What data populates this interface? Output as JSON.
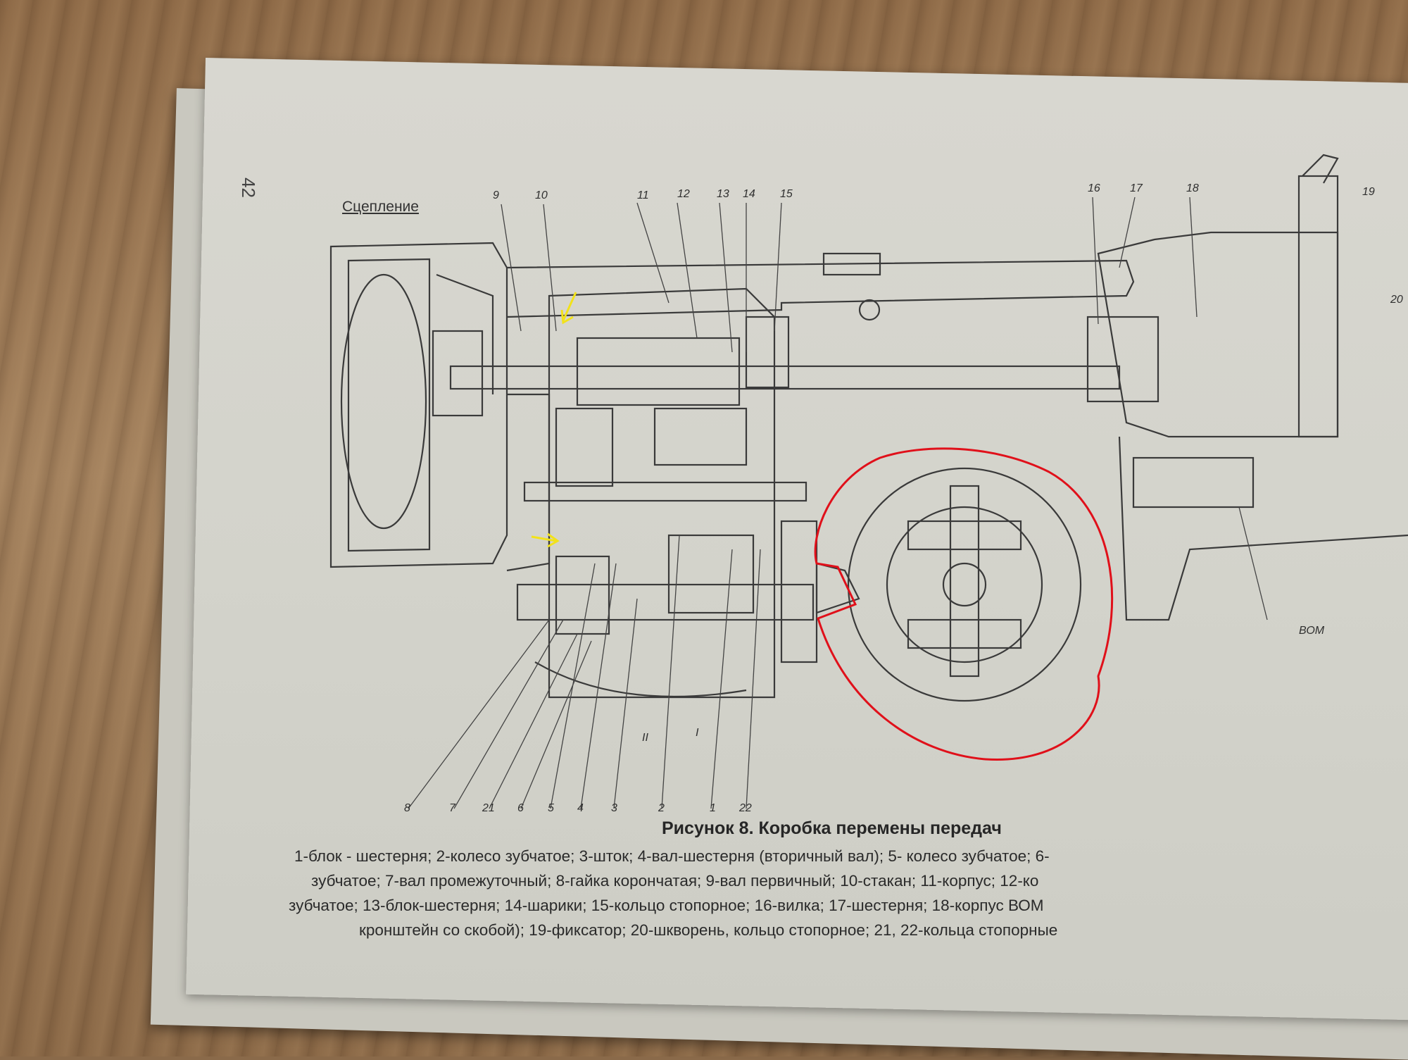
{
  "page": {
    "number": "42"
  },
  "labels": {
    "clutch": "Сцепление",
    "pto": "ВОМ",
    "callouts_top": [
      "9",
      "10",
      "11",
      "12",
      "13",
      "14",
      "15",
      "16",
      "17",
      "18",
      "19",
      "20"
    ],
    "callouts_bottom": [
      "8",
      "7",
      "21",
      "6",
      "5",
      "4",
      "3",
      "2",
      "1",
      "22"
    ],
    "roman": [
      "II",
      "I"
    ]
  },
  "caption": {
    "title": "Рисунок 8. Коробка перемены передач",
    "lines": [
      "1-блок - шестерня; 2-колесо зубчатое; 3-шток; 4-вал-шестерня (вторичный вал); 5- колесо зубчатое; 6-",
      "зубчатое; 7-вал промежуточный; 8-гайка корончатая; 9-вал первичный; 10-стакан; 11-корпус; 12-ко",
      "зубчатое; 13-блок-шестерня; 14-шарики; 15-кольцо стопорное; 16-вилка; 17-шестерня; 18-корпус ВОМ",
      "кронштейн со скобой); 19-фиксатор; 20-шкворень, кольцо стопорное; 21, 22-кольца стопорные"
    ]
  },
  "annotations": {
    "red_outline_color": "#e0101a",
    "arrow_color": "#f2e21a"
  }
}
